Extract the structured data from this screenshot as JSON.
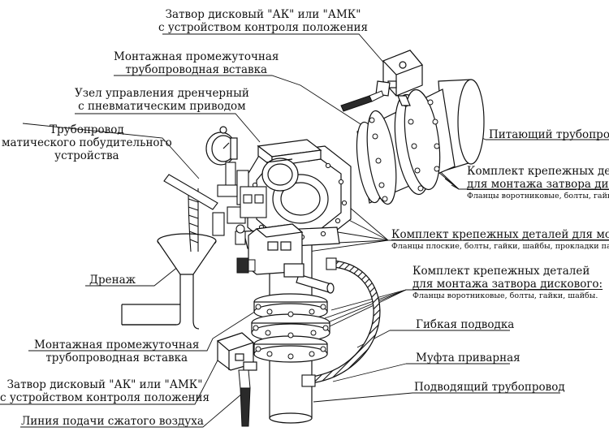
{
  "labels": {
    "valve_top": {
      "line1": "Затвор дисковый \"АК\" или \"АМК\"",
      "line2": "с устройством контроля положения"
    },
    "insert_top": {
      "line1": "Монтажная промежуточная",
      "line2": "трубопроводная вставка"
    },
    "drain_node": {
      "line1": "Узел управления дренчерный",
      "line2": "с пневматическим приводом"
    },
    "pipeline_pneumatic": {
      "line1": "Трубопровод",
      "line2": "матического побудительного",
      "line3": "устройства"
    },
    "supply_pipeline": {
      "text": "Питающий трубопровод"
    },
    "fastener_kit_top": {
      "line1": "Комплект крепежных детал",
      "line2": "для монтажа затвора диско",
      "sub": "Фланцы воротниковые, болты, гайки,"
    },
    "fastener_kit_mid": {
      "line1": "Комплект крепежных деталей для монта",
      "sub": "Фланцы плоские, болты, гайки, шайбы, прокладки паро"
    },
    "fastener_kit_bottom": {
      "line1": "Комплект крепежных деталей",
      "line2": "для монтажа затвора дискового:",
      "sub": "Фланцы воротниковые, болты, гайки, шайбы."
    },
    "drain": {
      "text": "Дренаж"
    },
    "flexible_hose": {
      "text": "Гибкая подводка"
    },
    "weld_coupling": {
      "text": "Муфта приварная"
    },
    "insert_bottom": {
      "line1": "Монтажная промежуточная",
      "line2": "трубопроводная вставка"
    },
    "valve_bottom": {
      "line1": "Затвор дисковый \"АК\" или \"АМК\"",
      "line2": "с устройством контроля положения"
    },
    "inlet_pipeline": {
      "text": "Подводящий трубопровод"
    },
    "air_line": {
      "text": "Линия подачи сжатого воздуха"
    }
  },
  "colors": {
    "ink": "#111111",
    "pipe_fill": "#ffffff",
    "shade": "#2a2a2a",
    "background": "#ffffff"
  }
}
